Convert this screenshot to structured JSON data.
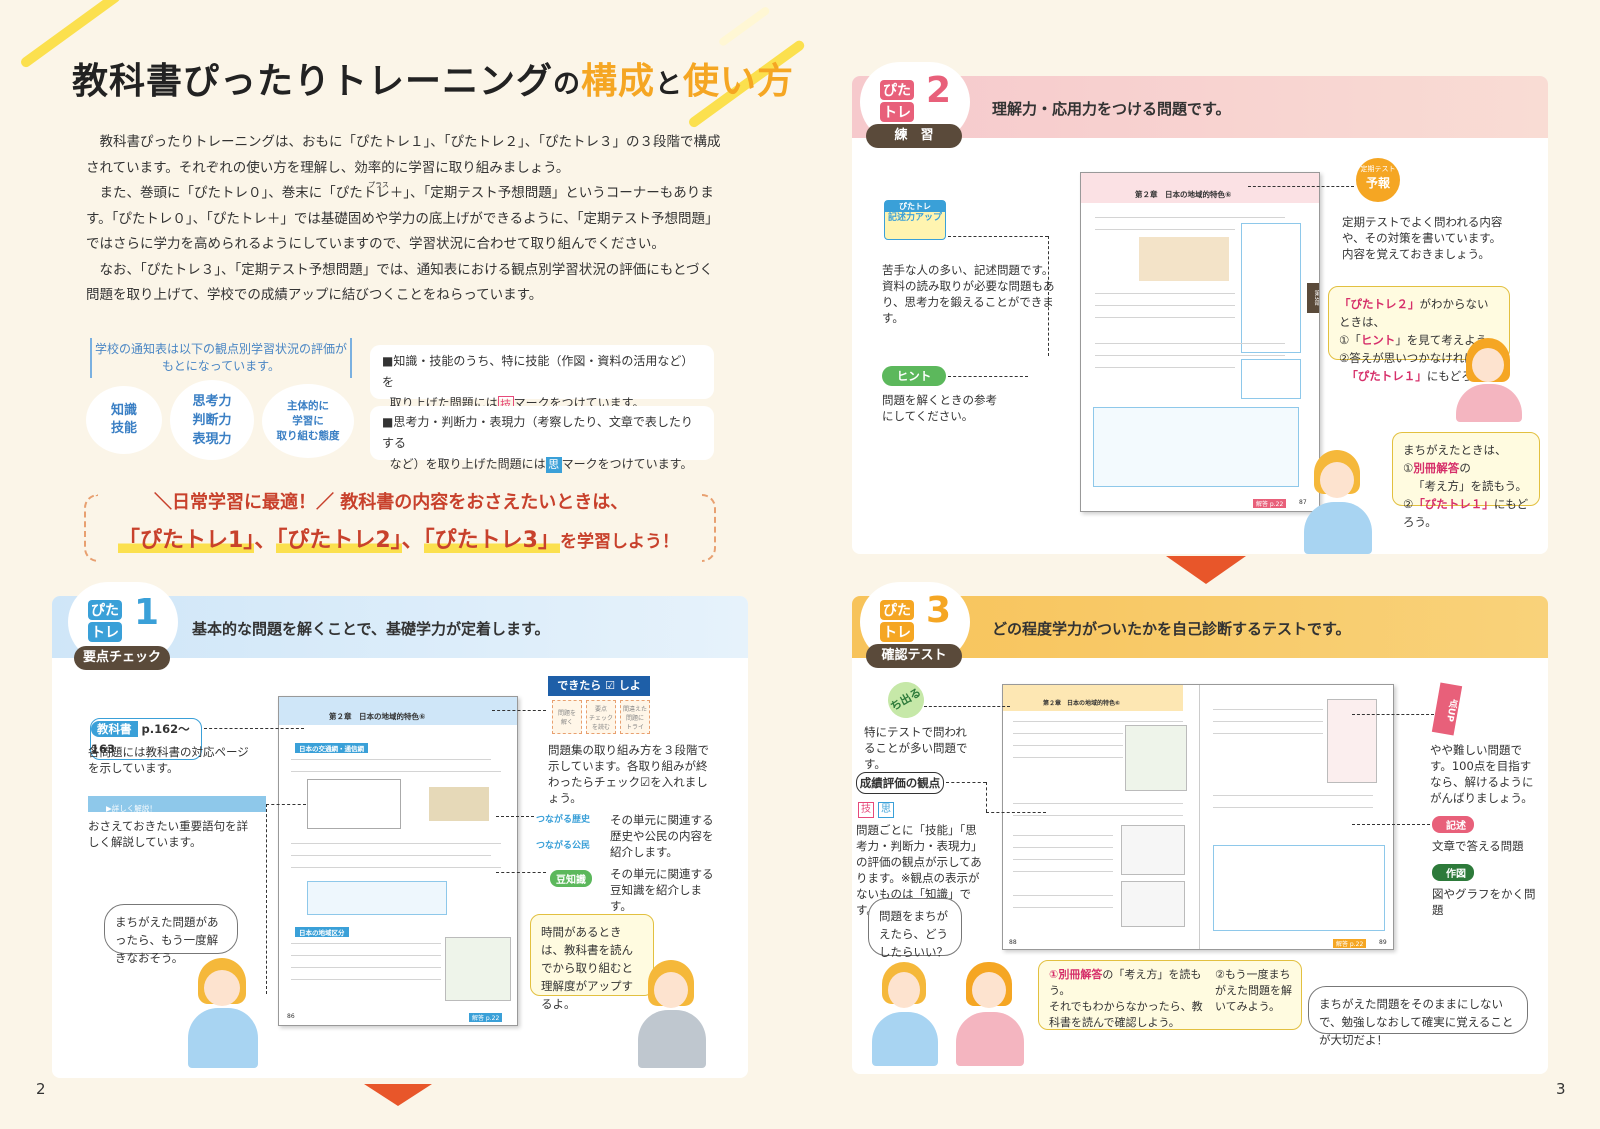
{
  "title": {
    "part1": "教科書ぴったりトレーニング",
    "part2": "の",
    "part3": "構成",
    "part4": "と",
    "part5": "使い方"
  },
  "intro": [
    "教科書ぴったりトレーニングは、おもに「ぴたトレ１」、「ぴたトレ２」、「ぴたトレ３」の３段階で構成されています。それぞれの使い方を理解し、効率的に学習に取り組みましょう。",
    "また、巻頭に「ぴたトレ０」、巻末に「ぴたトレ＋」、「定期テスト予想問題」というコーナーもあります。「ぴたトレ０」、「ぴたトレ＋」では基礎固めや学力の底上げができるように、「定期テスト予想問題」ではさらに学力を高められるようにしていますので、学習状況に合わせて取り組んでください。",
    "なお、「ぴたトレ３」、「定期テスト予想問題」では、通知表における観点別学習状況の評価にもとづく問題を取り上げて、学校での成績アップに結びつくことをねらっています。"
  ],
  "plus_ruby": "プラス",
  "notice": "学校の通知表は以下の観点別学習状況の評価がもとになっています。",
  "circles": [
    "知識\n技能",
    "思考力\n判断力\n表現力",
    "主体的に\n学習に\n取り組む態度"
  ],
  "rules": {
    "rule1_a": "■知識・技能のうち、特に技能（作図・資料の活用など）を",
    "rule1_b": "取り上げた問題には",
    "rule1_mark": "技",
    "rule1_c": "マークをつけています。",
    "rule2_a": "■思考力・判断力・表現力（考察したり、文章で表したりする",
    "rule2_b": "など）を取り上げた問題には",
    "rule2_mark": "思",
    "rule2_c": "マークをつけています。"
  },
  "banner": {
    "line1": "＼日常学習に最適！／ 教科書の内容をおさえたいときは、",
    "pt1": "「ぴたトレ1」",
    "pt2": "「ぴたトレ2」",
    "pt3": "「ぴたトレ3」",
    "sep": "、",
    "tail": "を学習しよう！"
  },
  "panel1": {
    "badge_top": "ぴた",
    "badge_bottom": "トレ",
    "num": "1",
    "sub": "要点チェック",
    "title": "基本的な問題を解くことで、基礎学力が定着します。",
    "textbook_label": "教科書",
    "textbook_pages": "p.162〜163",
    "textbook_desc": "各問題には教科書の対応ページを示しています。",
    "detail_label": "▶詳しく解説！",
    "detail_desc": "おさえておきたい重要語句を詳しく解説しています。",
    "bubble1": "まちがえた問題があったら、もう一度解きなおそう。",
    "dekitara_title": "できたら ☑ しよう！",
    "dekitara_steps": [
      "問題を\n解く",
      "要点\nチェック\nを読む",
      "間違えた\n問題に\nトライ"
    ],
    "dekitara_desc": "問題集の取り組み方を３段階で示しています。各取り組みが終わったらチェック☑を入れましょう。",
    "tsunagaru_history": "つながる歴史",
    "tsunagaru_civics": "つながる公民",
    "tsunagaru_desc": "その単元に関連する歴史や公民の内容を紹介します。",
    "mame": "豆知識",
    "mame_desc": "その単元に関連する豆知識を紹介します。",
    "bubble2": "時間があるときは、教科書を読んでから取り組むと理解度がアップするよ。",
    "doc_chapter": "第２章　日本の地域的特色⑥",
    "doc_s9": "日本の交通網・通信網",
    "doc_s10": "日本の地域区分",
    "doc_page_l": "86",
    "doc_page_r": "解答 p.22"
  },
  "panel2": {
    "badge_top": "ぴた",
    "badge_bottom": "トレ",
    "num": "2",
    "sub": "練　習",
    "title": "理解力・応用力をつける問題です。",
    "kijutsu_top": "ぴたトレ",
    "kijutsu_label": "記述力アップ",
    "kijutsu_desc": "苦手な人の多い、記述問題です。資料の読み取りが必要な問題もあり、思考力を鍛えることができます。",
    "hint_label": "ヒント",
    "hint_desc": "問題を解くときの参考にしてください。",
    "yoho_top": "定期テスト",
    "yoho_label": "予報",
    "yoho_desc": "定期テストでよく問われる内容や、その対策を書いています。内容を覚えておきましょう。",
    "bubble1_a": "「ぴたトレ２」",
    "bubble1_b": "がわからないときは、",
    "bubble1_c": "①「",
    "bubble1_d": "ヒント",
    "bubble1_e": "」を見て考えよう。",
    "bubble1_f": "②答えが思いつかなければ、",
    "bubble1_g": "「ぴたトレ１」",
    "bubble1_h": "にもどろう。",
    "bubble2_a": "まちがえたときは、",
    "bubble2_b": "①",
    "bubble2_c": "別冊解答",
    "bubble2_d": "の",
    "bubble2_e": "「考え方」を読もう。",
    "bubble2_f": "②",
    "bubble2_g": "「ぴたトレ１」",
    "bubble2_h": "にもどろう。",
    "doc_chapter": "第２章　日本の地域的特色⑥",
    "doc_page_r": "87",
    "doc_ans": "解答 p.22",
    "side_tab": "第3部"
  },
  "panel3": {
    "badge_top": "ぴた",
    "badge_bottom": "トレ",
    "num": "3",
    "sub": "確認テスト",
    "title": "どの程度学力がついたかを自己診断するテストです。",
    "tokideru": "ち出る",
    "tokideru_desc": "特にテストで問われることが多い問題です。",
    "seiseki_label": "成績評価の観点",
    "mark_gi": "技",
    "mark_shi": "思",
    "seiseki_desc": "問題ごとに「技能」「思考力・判断力・表現力」の評価の観点が示してあります。※観点の表示がないものは「知識」です。",
    "bubble_q": "問題をまちがえたら、どうしたらいい？",
    "bubble_ans_a": "①",
    "bubble_ans_b": "別冊解答",
    "bubble_ans_c": "の「考え方」を読もう。",
    "bubble_ans_d": "それでもわからなかったら、教科書を読んで確認しよう。",
    "bubble_ans_e": "②もう一度まちがえた問題を解いてみよう。",
    "bubble_final": "まちがえた問題をそのままにしないで、勉強しなおして確実に覚えることが大切だよ！",
    "tenup": "点UP",
    "tenup_desc": "やや難しい問題です。100点を目指すなら、解けるようにがんばりましょう。",
    "kijutsu": "記述",
    "kijutsu_desc": "文章で答える問題",
    "sakuzu": "作図",
    "sakuzu_desc": "図やグラフをかく問題",
    "doc_chapter": "第２章　日本の地域的特色⑥",
    "doc_page_l": "88",
    "doc_page_r": "89",
    "doc_ans": "解答 p.22"
  },
  "page_left": "2",
  "page_right": "3",
  "colors": {
    "panel1_head": "#cfe6f8",
    "panel2_head": "#f6c9cc",
    "panel3_head": "#f7c35a",
    "arrow": "#e8562a",
    "accent_yellow": "#fbe04e"
  }
}
